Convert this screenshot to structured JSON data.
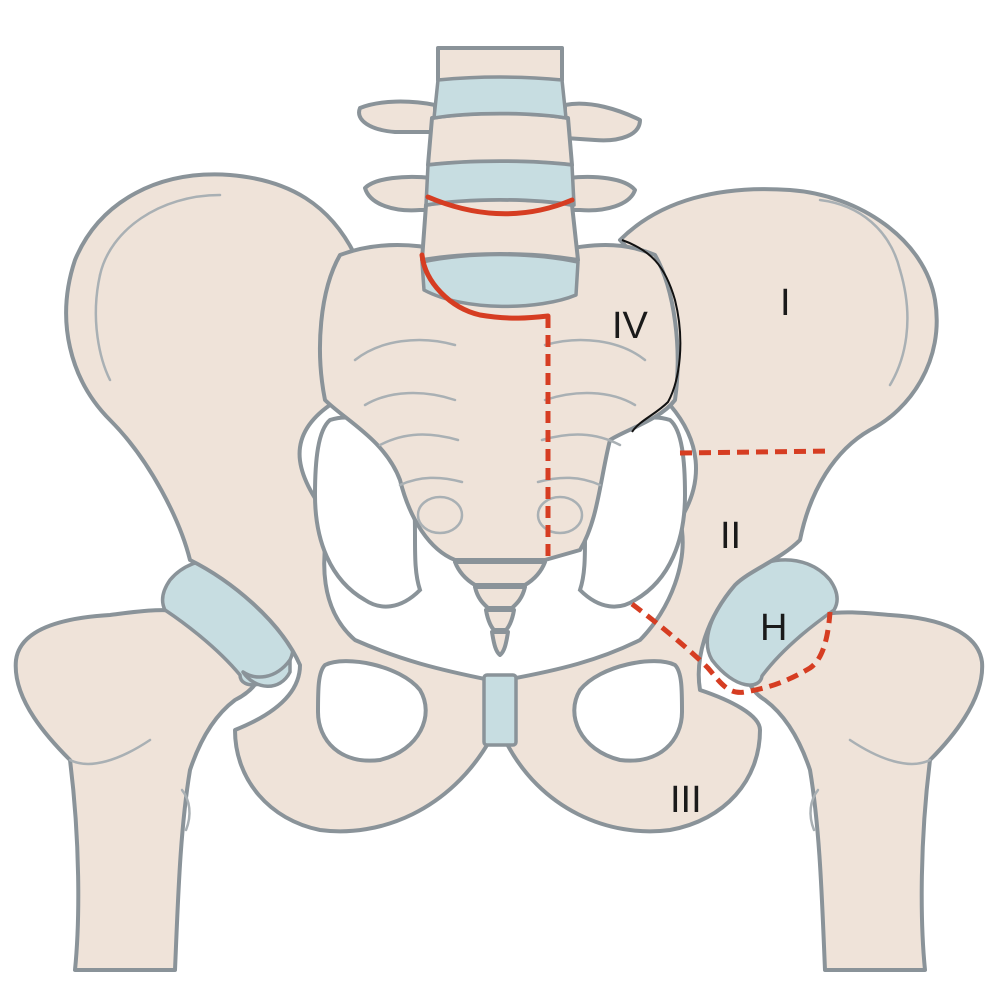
{
  "colors": {
    "bone": "#efe3d9",
    "outline": "#8a9399",
    "detail": "#a9b0b4",
    "cartilage": "#c7dde1",
    "resection_line": "#d63d22",
    "zone_boundary": "#111111"
  },
  "regions": {
    "I": "I",
    "II": "II",
    "III": "III",
    "IV": "IV",
    "H": "H"
  }
}
